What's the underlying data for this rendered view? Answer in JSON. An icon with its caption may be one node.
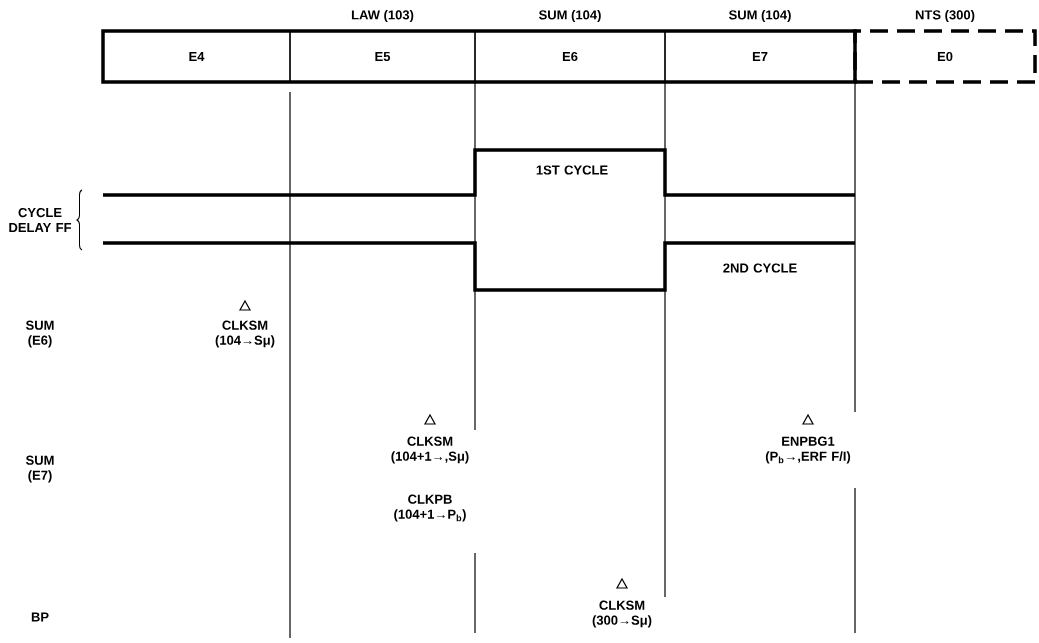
{
  "diagram": {
    "nodes": [
      {
        "text": [
          "E4"
        ]
      },
      {
        "text": [
          "LAW (103)",
          "E5"
        ]
      },
      {
        "text": [
          "SUM (104)",
          "E6"
        ]
      },
      {
        "text": [
          "SUM (104)",
          "E7"
        ]
      },
      {
        "text": [
          "NTS (300)",
          "E0"
        ]
      }
    ],
    "labels": [
      "CYCLE DELAY FF",
      "1ST CYCLE",
      "2ND CYCLE",
      "SUM (E6)",
      "CLKSM (104→Sμ)",
      "SUM (E7)",
      "CLKSM (104+1→,Sμ)",
      "ENPBG1 (P$_{b}$→,ERF F/I)",
      "CLKPB (104+1→P$_{b}$)",
      "BP",
      "CLKSM (300→Sμ)"
    ]
  }
}
